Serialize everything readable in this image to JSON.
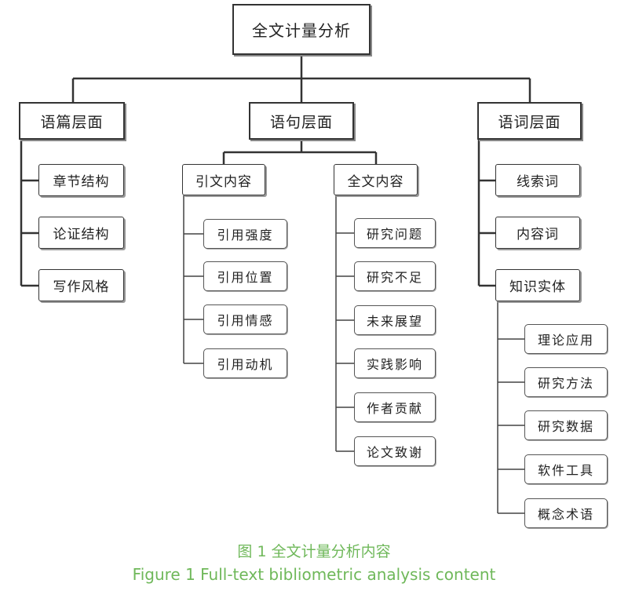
{
  "root": "全文计量分析",
  "branches": {
    "discourse": {
      "label": "语篇层面",
      "items": [
        "章节结构",
        "论证结构",
        "写作风格"
      ]
    },
    "sentence": {
      "label": "语句层面",
      "citation": {
        "label": "引文内容",
        "items": [
          "引用强度",
          "引用位置",
          "引用情感",
          "引用动机"
        ]
      },
      "fulltext": {
        "label": "全文内容",
        "items": [
          "研究问题",
          "研究不足",
          "未来展望",
          "实践影响",
          "作者贡献",
          "论文致谢"
        ]
      }
    },
    "word": {
      "label": "语词层面",
      "items": [
        "线索词",
        "内容词"
      ],
      "entity": {
        "label": "知识实体",
        "items": [
          "理论应用",
          "研究方法",
          "研究数据",
          "软件工具",
          "概念术语"
        ]
      }
    }
  },
  "caption": {
    "cn": "图 1  全文计量分析内容",
    "en": "Figure 1  Full-text bibliometric analysis content"
  },
  "colors": {
    "line": "#333333",
    "caption": "#6fb85a"
  }
}
